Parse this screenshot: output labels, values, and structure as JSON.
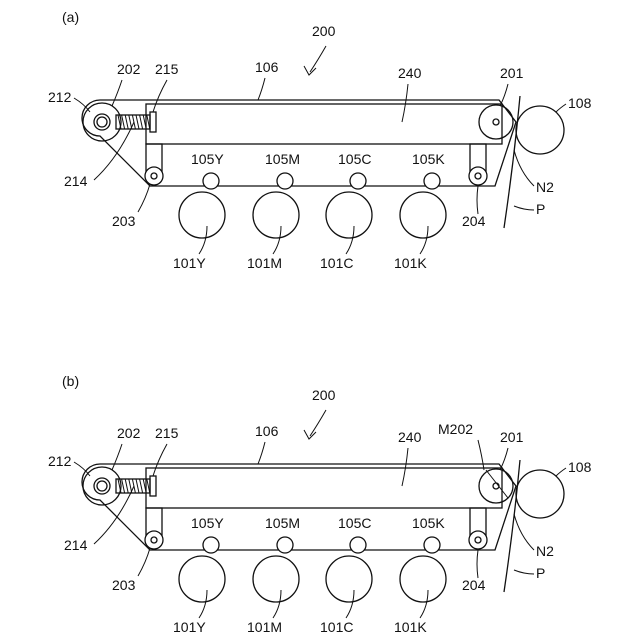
{
  "panels": [
    {
      "id": "a",
      "caption": "(a)",
      "labels": {
        "assembly": "200",
        "belt": "106",
        "frame": "240",
        "roller_right": "201",
        "roller_left": "202",
        "screw": "215",
        "spring_axis": "212",
        "support_left": "214",
        "support_roller_left": "203",
        "support_roller_right": "204",
        "secondary_roller": "108",
        "nip": "N2",
        "paper": "P",
        "primary": [
          "105Y",
          "105M",
          "105C",
          "105K"
        ],
        "drums": [
          "101Y",
          "101M",
          "101C",
          "101K"
        ]
      }
    },
    {
      "id": "b",
      "caption": "(b)",
      "labels": {
        "assembly": "200",
        "belt": "106",
        "frame": "240",
        "roller_right": "201",
        "roller_left": "202",
        "screw": "215",
        "spring_axis": "212",
        "support_left": "214",
        "support_roller_left": "203",
        "support_roller_right": "204",
        "secondary_roller": "108",
        "nip": "N2",
        "paper": "P",
        "movement": "M202",
        "primary": [
          "105Y",
          "105M",
          "105C",
          "105K"
        ],
        "drums": [
          "101Y",
          "101M",
          "101C",
          "101K"
        ]
      }
    }
  ]
}
